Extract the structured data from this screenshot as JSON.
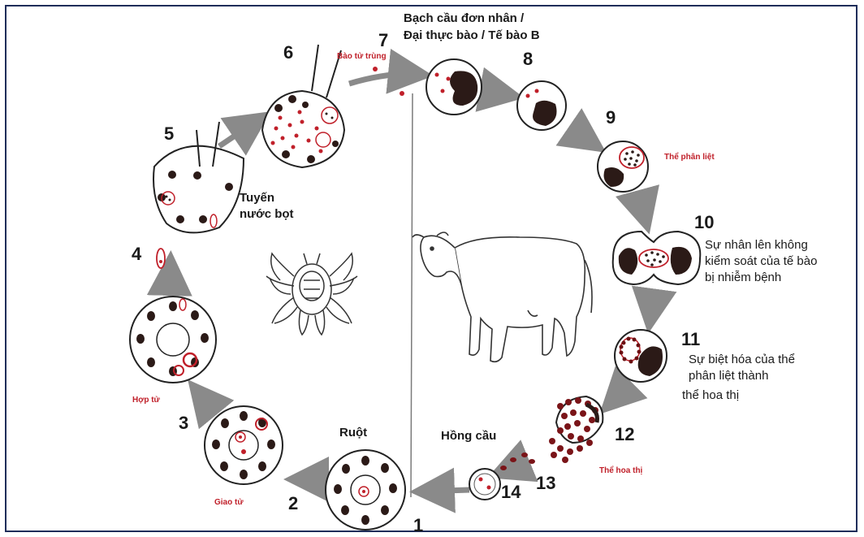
{
  "steps": [
    "1",
    "2",
    "3",
    "4",
    "5",
    "6",
    "7",
    "8",
    "9",
    "10",
    "11",
    "12",
    "13",
    "14"
  ],
  "labels": {
    "leukocyte_line1": "Bạch cầu đơn nhân /",
    "leukocyte_line2": "Đại thực bào / Tế bào B",
    "sporozoite": "Bào tử trùng",
    "schizont": "Thể phân liệt",
    "multiply_line1": "Sự nhân lên không",
    "multiply_line2": "kiểm soát của tế bào",
    "multiply_line3": "bị nhiễm bệnh",
    "diff_line1": "Sự biệt hóa của thể",
    "diff_line2": "phân liệt thành",
    "diff_line3": "thể hoa thị",
    "merozoite": "Thể hoa thị",
    "rbc": "Hồng cầu",
    "gut": "Ruột",
    "gamete": "Giao tử",
    "zygote": "Hợp tử",
    "salivary_line1": "Tuyến",
    "salivary_line2": "nước bọt"
  },
  "colors": {
    "frame": "#1f2d5a",
    "nucleus": "#2b1a17",
    "parasite_red": "#c0202a",
    "arrow": "#8a8a8a",
    "label_red": "#c0202a"
  }
}
